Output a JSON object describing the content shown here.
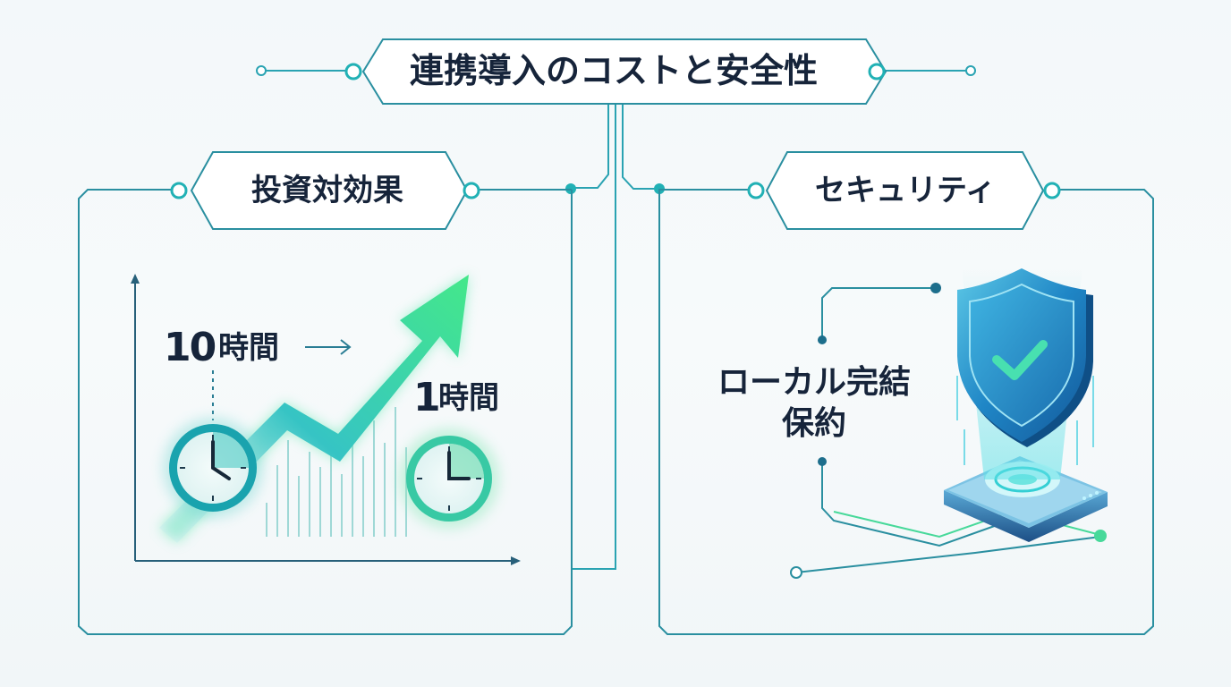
{
  "title": "連携導入のコストと安全性",
  "roi": {
    "heading": "投資対効果",
    "before_value": "10",
    "before_unit": "時間",
    "after_value": "1",
    "after_unit": "時間"
  },
  "security": {
    "heading": "セキュリティ",
    "text_line1": "ローカル完結",
    "text_line2": "保約"
  },
  "colors": {
    "accent": "#1fb3b8",
    "frame": "#2a8fa0",
    "arrow_green": "#3ee28a",
    "text": "#16243a",
    "shield": "#1e7fbf"
  },
  "icons": [
    "clock-icon",
    "trend-arrow-icon",
    "shield-check-icon",
    "server-device-icon"
  ]
}
